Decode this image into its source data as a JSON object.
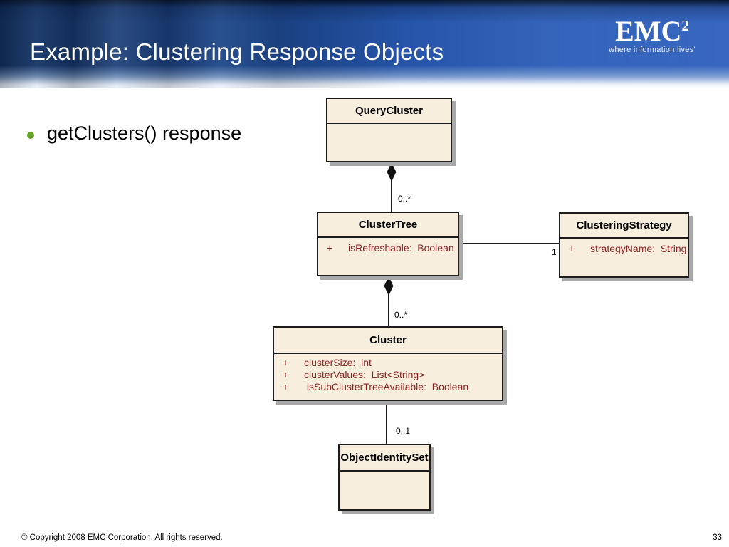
{
  "slide": {
    "title": "Example: Clustering Response Objects",
    "bullet": "getClusters() response",
    "footer": {
      "copyright": "© Copyright 2008 EMC Corporation. All rights reserved.",
      "page_number": "33"
    }
  },
  "logo": {
    "name": "EMC",
    "superscript": "2",
    "tagline": "where information lives'"
  },
  "colors": {
    "banner_blue": "#2655ab",
    "bullet_green": "#64a22c",
    "box_fill": "#f7eedd",
    "attribute_red": "#8e2323",
    "shadow_gray": "#a8a8a8"
  },
  "diagram": {
    "classes": [
      {
        "name": "QueryCluster",
        "attributes": []
      },
      {
        "name": "ClusterTree",
        "attributes": [
          {
            "vis": "+",
            "text": "isRefreshable:  Boolean"
          }
        ]
      },
      {
        "name": "ClusteringStrategy",
        "attributes": [
          {
            "vis": "+",
            "text": "strategyName:  String"
          }
        ]
      },
      {
        "name": "Cluster",
        "attributes": [
          {
            "vis": "+",
            "text": "clusterSize:  int"
          },
          {
            "vis": "+",
            "text": "clusterValues:  List<String>"
          },
          {
            "vis": "+",
            "text": " isSubClusterTreeAvailable:  Boolean"
          }
        ]
      },
      {
        "name": "ObjectIdentitySet",
        "attributes": []
      }
    ],
    "connectors": [
      {
        "from": "QueryCluster",
        "to": "ClusterTree",
        "type": "composition",
        "multiplicity": "0..*"
      },
      {
        "from": "ClusterTree",
        "to": "Cluster",
        "type": "composition",
        "multiplicity": "0..*"
      },
      {
        "from": "ClusterTree",
        "to": "ClusteringStrategy",
        "type": "association",
        "multiplicity": "1"
      },
      {
        "from": "Cluster",
        "to": "ObjectIdentitySet",
        "type": "association",
        "multiplicity": "0..1"
      }
    ]
  }
}
